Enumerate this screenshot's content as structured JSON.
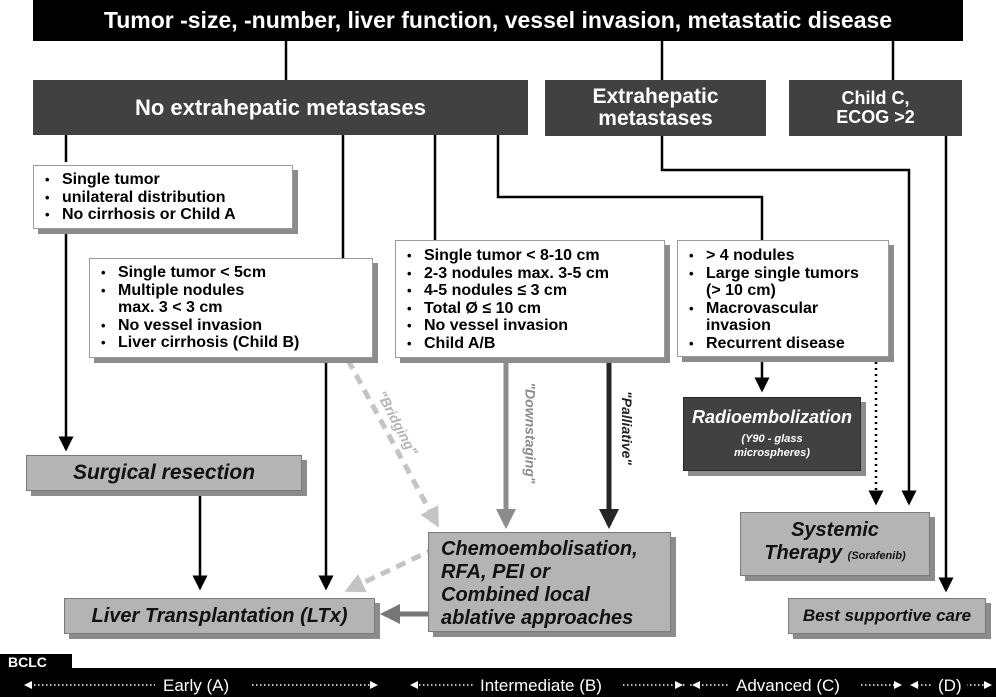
{
  "header": {
    "text": "Tumor -size, -number, liver function, vessel invasion, metastatic disease"
  },
  "branches": {
    "no_metastases": "No extrahepatic metastases",
    "extrahepatic_line1": "Extrahepatic",
    "extrahepatic_line2": "metastases",
    "childc_line1": "Child C,",
    "childc_line2": "ECOG >2"
  },
  "criteria": {
    "resection": [
      "Single tumor",
      "unilateral distribution",
      "No cirrhosis or Child A"
    ],
    "transplant": [
      "Single tumor < 5cm",
      "Multiple nodules max. 3 < 3 cm",
      "No vessel invasion",
      "Liver cirrhosis (Child B)"
    ],
    "locoregional": [
      "Single tumor < 8-10 cm",
      "2-3 nodules max. 3-5 cm",
      "4-5 nodules ≤ 3 cm",
      "Total Ø ≤ 10 cm",
      "No vessel invasion",
      "Child A/B"
    ],
    "radioembolization": [
      "> 4 nodules",
      "Large single tumors (> 10 cm)",
      "Macrovascular invasion",
      "Recurrent disease"
    ]
  },
  "treatments": {
    "surgical_resection": "Surgical resection",
    "liver_transplantation": "Liver Transplantation (LTx)",
    "chemo_line1": "Chemoembolisation,",
    "chemo_line2": "RFA, PEI or",
    "chemo_line3": "Combined local",
    "chemo_line4": "ablative approaches",
    "radio_title": "Radioembolization",
    "radio_sub": "(Y90 - glass microspheres)",
    "systemic_line1": "Systemic",
    "systemic_line2": "Therapy",
    "systemic_sub": "(Sorafenib)",
    "best_supportive": "Best supportive care"
  },
  "edge_labels": {
    "bridging": "\"Bridging\"",
    "downstaging": "\"Downstaging\"",
    "palliative": "\"Palliative\""
  },
  "bclc": {
    "label": "BCLC",
    "stages": [
      "Early (A)",
      "Intermediate (B)",
      "Advanced (C)",
      "(D)"
    ]
  },
  "colors": {
    "dark_box": "#414141",
    "grey_box": "#b4b4b4",
    "bridging_arrow": "#c4c4c4",
    "downstaging_arrow": "#8c8c8c",
    "palliative_arrow": "#262626"
  }
}
